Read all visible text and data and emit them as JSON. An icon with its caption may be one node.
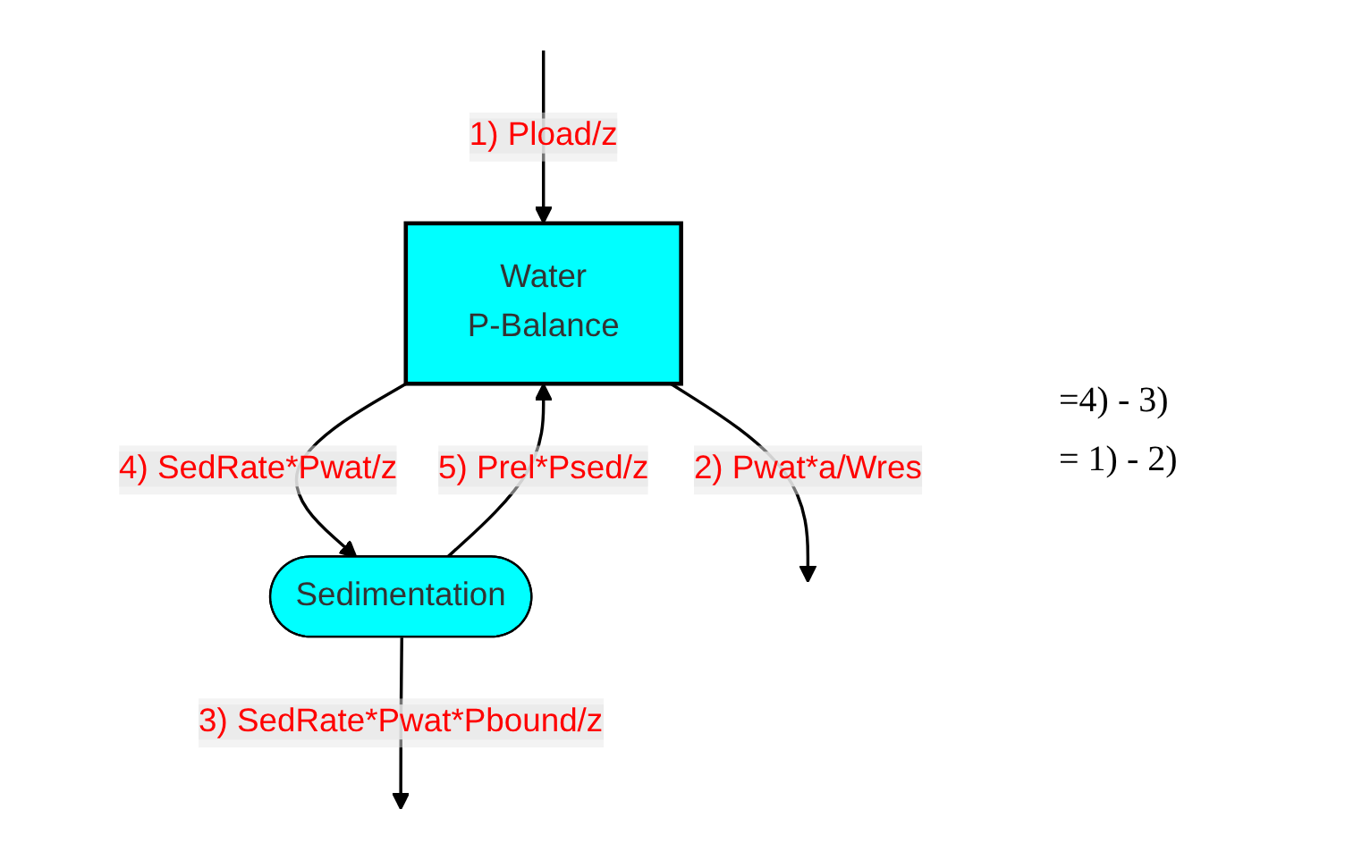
{
  "diagram": {
    "nodes": [
      {
        "text": [
          "Water",
          "P-Balance"
        ]
      },
      {
        "text": [
          "Sedimentation"
        ]
      }
    ],
    "edges": [
      {
        "from": null,
        "to": 0,
        "arrow": "to",
        "label": "1) Pload/z"
      },
      {
        "from": 0,
        "to": null,
        "arrow": "to",
        "label": "2) Pwat*a/Wres"
      },
      {
        "from": 0,
        "to": 1,
        "arrow": "to",
        "label": "4) SedRate*Pwat/z"
      },
      {
        "from": 1,
        "to": 0,
        "arrow": "to",
        "label": "5) Prel*Psed/z"
      },
      {
        "from": 1,
        "to": null,
        "arrow": "to",
        "label": "3) SedRate*Pwat*Pbound/z"
      }
    ],
    "labels": [
      "=4) - 3)",
      "= 1) - 2)"
    ]
  }
}
